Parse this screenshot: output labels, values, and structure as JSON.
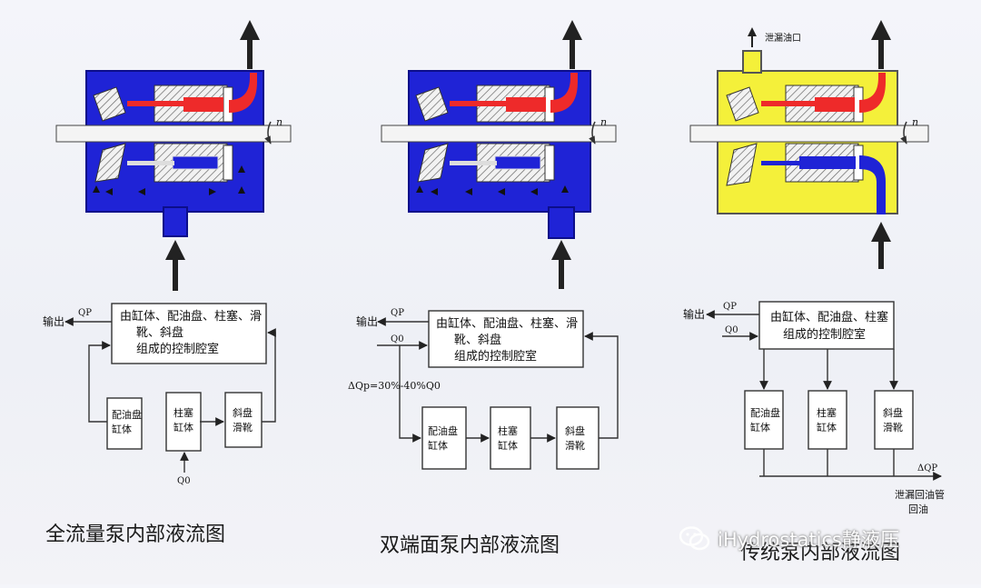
{
  "captions": {
    "full_flow": "全流量泵内部液流图",
    "double_end": "双端面泵内部液流图",
    "traditional": "传统泵内部液流图"
  },
  "pump_diagrams": {
    "speed_symbol": "n",
    "drain_port_label": "泄漏油口",
    "colors": {
      "blue_case": "#1f23d6",
      "yellow_case": "#f4f03a",
      "hot_oil": "#ee2a2a",
      "arrow": "#222222"
    }
  },
  "flow_charts": {
    "chart1": {
      "control_chamber": [
        "由缸体、配油盘、柱塞、滑",
        "靴、斜盘",
        "组成的控制腔室"
      ],
      "output_label": "输出",
      "qp_label": "QP",
      "q0_label": "Q0",
      "blocks": [
        [
          "配油盘",
          "缸体"
        ],
        [
          "柱塞",
          "缸体"
        ],
        [
          "斜盘",
          "滑靴"
        ]
      ]
    },
    "chart2": {
      "control_chamber": [
        "由缸体、配油盘、柱塞、滑",
        "靴、斜盘",
        "组成的控制腔室"
      ],
      "output_label": "输出",
      "qp_label": "QP",
      "q0_label": "Q0",
      "delta_label": "ΔQp=30%-40%Q0",
      "blocks": [
        [
          "配油盘",
          "缸体"
        ],
        [
          "柱塞",
          "缸体"
        ],
        [
          "斜盘",
          "滑靴"
        ]
      ]
    },
    "chart3": {
      "control_chamber": [
        "由缸体、配油盘、柱塞",
        "组成的控制腔室"
      ],
      "output_label": "输出",
      "qp_label": "QP",
      "q0_label": "Q0",
      "delta_label": "ΔQP",
      "blocks": [
        [
          "配油盘",
          "缸体"
        ],
        [
          "柱塞",
          "缸体"
        ],
        [
          "斜盘",
          "滑靴"
        ]
      ],
      "return_label_1": "泄漏回油管",
      "return_label_2": "回油"
    }
  },
  "watermark": "iHydrostatics静液压"
}
